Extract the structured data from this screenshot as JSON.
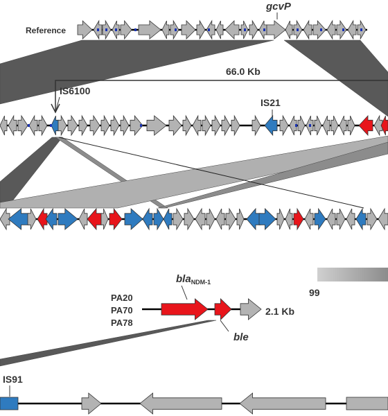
{
  "labels": {
    "reference": "Reference",
    "gcvp": "gcvP",
    "span": "66.0 Kb",
    "is6100": "IS6100",
    "is21": "IS21",
    "identity_min": "99",
    "pa20": "PA20",
    "pa70": "PA70",
    "pa78": "PA78",
    "bla": "bla",
    "bla_sub": "NDM-1",
    "ble": "ble",
    "size": "2.1 Kb",
    "is91": "IS91"
  },
  "colors": {
    "gene_gray": "#b3b3b3",
    "gene_blue": "#2f7bbf",
    "gene_red": "#e8151b",
    "link_dark": "#595959",
    "link_mid": "#8c8c8c",
    "link_light": "#b0b0b0",
    "line": "#000000",
    "marker": "#1a33b3"
  }
}
